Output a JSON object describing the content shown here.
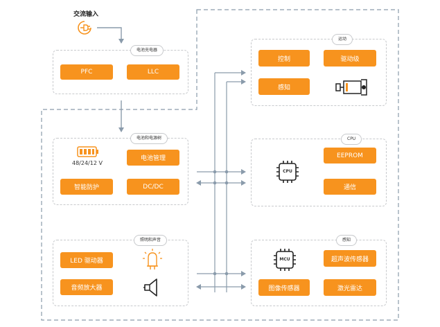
{
  "ac_input": {
    "label": "交流输入"
  },
  "charger": {
    "tag": "电池充电器",
    "pfc": "PFC",
    "llc": "LLC"
  },
  "battery": {
    "tag": "电池和电源树",
    "voltage": "48/24/12 V",
    "bms": "电池管理",
    "dcdc": "DC/DC",
    "smart_protect": "智能防护"
  },
  "lighting": {
    "tag": "照明和声音",
    "led_driver": "LED 驱动器",
    "audio_amp": "音频放大器"
  },
  "motion": {
    "tag": "运动",
    "control": "控制",
    "driver_stage": "驱动级",
    "sensing": "感知"
  },
  "cpu_panel": {
    "tag": "CPU",
    "chip_label": "CPU",
    "eeprom": "EEPROM",
    "comm": "通信"
  },
  "sensing_panel": {
    "tag": "感知",
    "chip_label": "MCU",
    "ultrasonic": "超声波传感器",
    "image_sensor": "图像传感器",
    "lidar": "激光雷达"
  },
  "colors": {
    "accent": "#f7931e",
    "line": "#8a9bab",
    "border": "#c7c9cc"
  },
  "icons": [
    "power-plug-icon",
    "battery-icon",
    "chip-icon",
    "servo-motor-icon",
    "led-bulb-icon",
    "speaker-icon"
  ]
}
